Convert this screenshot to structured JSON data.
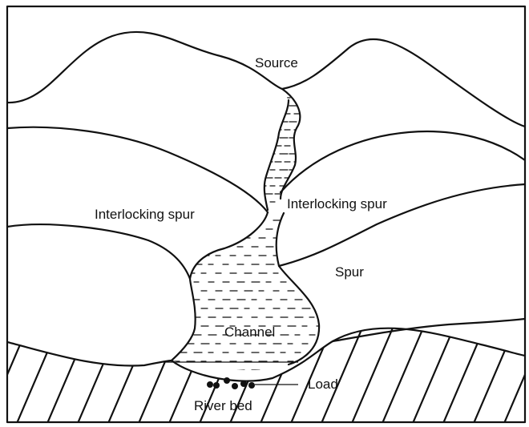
{
  "labels": {
    "source": "Source",
    "spur_left": "Interlocking spur",
    "spur_right": "Interlocking spur",
    "spur": "Spur",
    "channel": "Channel",
    "load": "Load",
    "river_bed": "River bed"
  }
}
